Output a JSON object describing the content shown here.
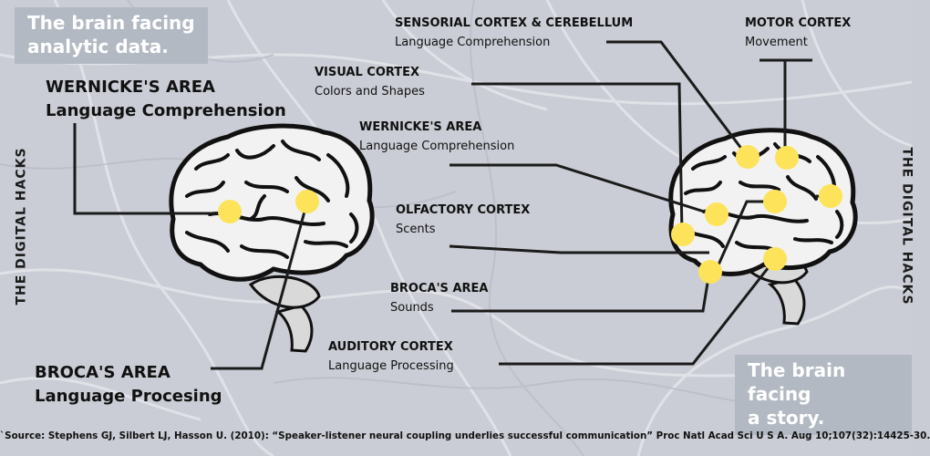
{
  "left_caption": [
    "The brain facing",
    "analytic data."
  ],
  "right_caption": [
    "The brain facing",
    "a story."
  ],
  "side_label_left": "THE DIGITAL HACKS",
  "side_label_right": "THE DIGITAL HACKS",
  "left_labels": {
    "wernicke": {
      "title": "WERNICKE'S AREA",
      "subtitle": "Language Comprehension"
    },
    "broca": {
      "title": "BROCA'S AREA",
      "subtitle": "Language Procesing"
    }
  },
  "right_labels": {
    "sensorial": {
      "title": "SENSORIAL CORTEX & CEREBELLUM",
      "subtitle": "Language Comprehension"
    },
    "motor": {
      "title": "MOTOR CORTEX",
      "subtitle": "Movement"
    },
    "visual": {
      "title": "VISUAL CORTEX",
      "subtitle": "Colors and Shapes"
    },
    "wernicke": {
      "title": "WERNICKE'S AREA",
      "subtitle": "Language Comprehension"
    },
    "olfactory": {
      "title": "OLFACTORY CORTEX",
      "subtitle": "Scents"
    },
    "broca": {
      "title": "BROCA'S AREA",
      "subtitle": "Sounds"
    },
    "auditory": {
      "title": "AUDITORY CORTEX",
      "subtitle": "Language Processing"
    }
  },
  "source": "`Source: Stephens GJ, Silbert LJ, Hasson U. (2010): “Speaker-listener neural coupling underlies successful communication” Proc Natl Acad Sci U S A. Aug 10;107(32):14425-30.",
  "colors": {
    "dot": "#fde35a",
    "caption_bg": "#b2b9c2",
    "line": "#1b1b1b",
    "brain_fill": "#f2f2f2"
  }
}
